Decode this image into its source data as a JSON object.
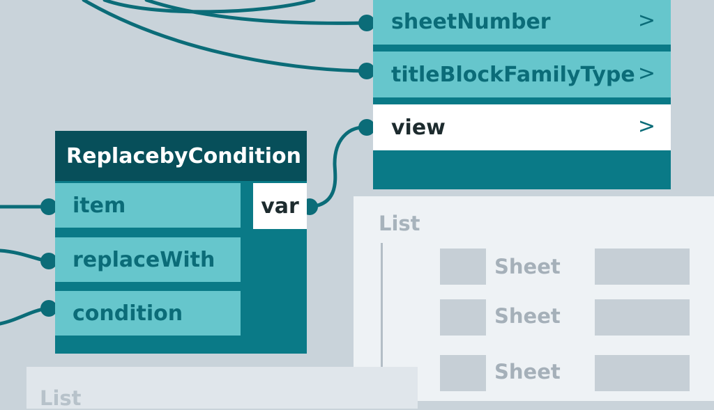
{
  "diagram": {
    "top_node": {
      "ports": [
        {
          "label": "sheetNumber",
          "arrow": ">"
        },
        {
          "label": "titleBlockFamilyType",
          "arrow": ">"
        },
        {
          "label": "view",
          "arrow": ">"
        }
      ]
    },
    "replace_node": {
      "title": "ReplacebyCondition",
      "inputs": [
        "item",
        "replaceWith",
        "condition"
      ],
      "output": "var"
    },
    "list_panel": {
      "title": "List",
      "rows": [
        "Sheet",
        "Sheet",
        "Sheet"
      ]
    },
    "list_panel_2": {
      "title": "List"
    },
    "colors": {
      "background": "#c9d3da",
      "node_body": "#0a7a87",
      "node_header": "#074f5a",
      "port_light": "#66c6cc",
      "wire": "#0b6c78",
      "panel": "#eef2f5"
    }
  }
}
